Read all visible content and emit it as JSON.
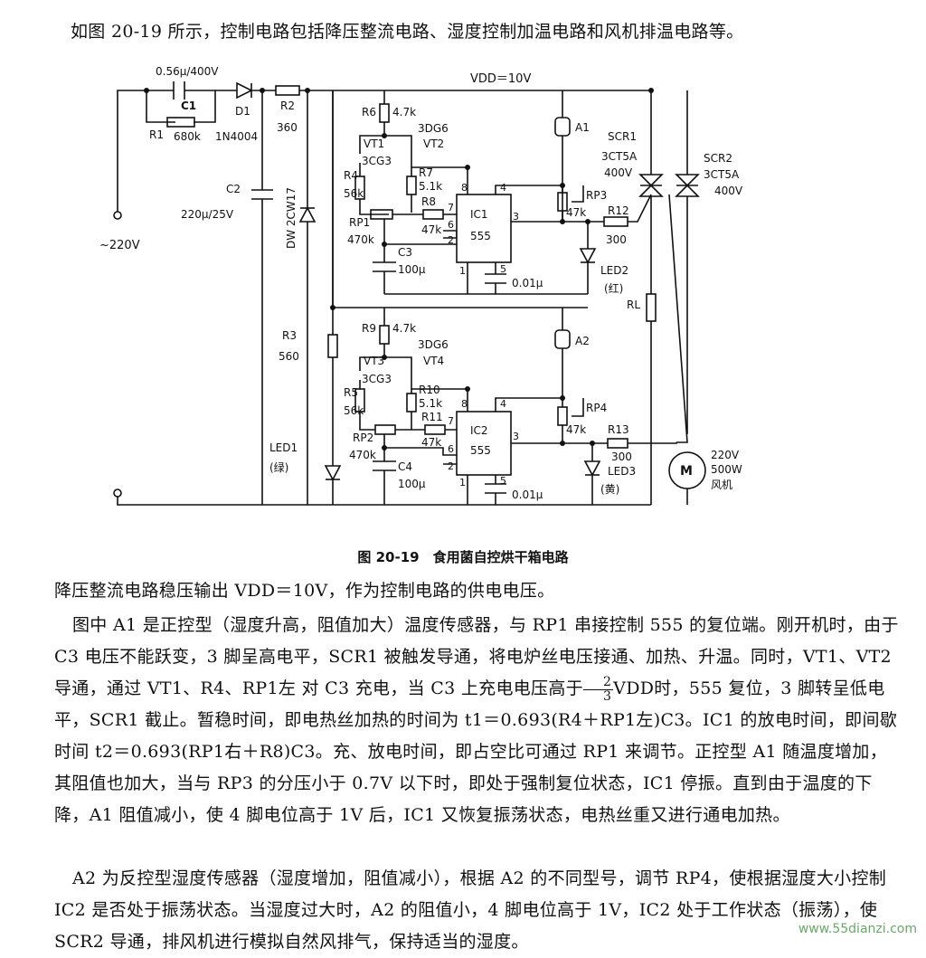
{
  "intro": "如图 20-19 所示，控制电路包括降压整流电路、湿度控制加温电路和风机排温电路等。",
  "caption": "图 20-19　食用菌自控烘干箱电路",
  "paragraph1": "降压整流电路稳压输出 VDD＝10V，作为控制电路的供电电压。",
  "paragraph2a": "图中 A1 是正控型（湿度升高，阻值加大）温度传感器，与 RP1 串接控制 555 的复位端。刚开机时，由于 C3 电压不能跃变，3 脚呈高电平，SCR1 被触发导通，将电炉丝电压接通、加热、升温。同时，VT1、VT2 导通，通过 VT1、R4、RP1左 对 C3 充电，当 C3 上充电电压高于",
  "frac_num": "2",
  "frac_den": "3",
  "paragraph2b": "VDD时，555 复位，3 脚转呈低电平，SCR1 截止。暂稳时间，即电热丝加热的时间为 t1＝0.693(R4＋RP1左)C3。IC1 的放电时间，即间歇时间 t2＝0.693(RP1右＋R8)C3。充、放电时间，即占空比可通过 RP1 来调节。正控型 A1 随温度增加，其阻值也加大，当与 RP3 的分压小于 0.7V 以下时，即处于强制复位状态，IC1 停振。直到由于温度的下降，A1 阻值减小，使 4 脚电位高于 1V 后，IC1 又恢复振荡状态，电热丝重又进行通电加热。",
  "paragraph3": "A2 为反控型湿度传感器（湿度增加，阻值减小），根据 A2 的不同型号，调节 RP4，使根据湿度大小控制 IC2 是否处于振荡状态。当湿度过大时，A2 的阻值小，4 脚电位高于 1V，IC2 处于工作状态（振荡），使 SCR2 导通，排风机进行模拟自然风排气，保持适当的湿度。",
  "watermark": "www.55dianzi.com",
  "labels": {
    "c1_val": "0.56μ/400V",
    "c1": "C1",
    "d1": "D1",
    "r2": "R2",
    "r2_val": "360",
    "r1": "R1",
    "r1_val": "680k",
    "d1_val": "1N4004",
    "vdd": "VDD＝10V",
    "r6": "R6",
    "r6_val": "4.7k",
    "vt2_type": "3DG6",
    "vt1": "VT1",
    "vt2": "VT2",
    "vt1_type": "3CG3",
    "r7": "R7",
    "r7_val": "5.1k",
    "r4": "R4",
    "r4_val": "56k",
    "r8": "R8",
    "rp1": "RP1",
    "rp1_val": "470k",
    "r8_val": "47k",
    "ic1": "IC1",
    "ic_type": "555",
    "c3": "C3",
    "c3_val": "100μ",
    "cap1_val": "0.01μ",
    "c2": "C2",
    "c2_val": "220μ/25V",
    "dw": "DW 2CW17",
    "ac": "~220V",
    "a1": "A1",
    "scr1": "SCR1",
    "scr1_type": "3CT5A",
    "scr1_v": "400V",
    "scr2": "SCR2",
    "scr2_type": "3CT5A",
    "scr2_v": "400V",
    "rp3": "RP3",
    "rp3_val": "47k",
    "r12": "R12",
    "r12_val": "300",
    "led2": "LED2",
    "led2_c": "(红)",
    "rl": "RL",
    "r3": "R3",
    "r3_val": "560",
    "r9": "R9",
    "r9_val": "4.7k",
    "vt4_type": "3DG6",
    "vt3": "VT3",
    "vt4": "VT4",
    "vt3_type": "3CG3",
    "r10": "R10",
    "r10_val": "5.1k",
    "r5": "R5",
    "r5_val": "56k",
    "r11": "R11",
    "rp2": "RP2",
    "rp2_val": "470k",
    "r11_val": "47k",
    "ic2": "IC2",
    "c4": "C4",
    "c4_val": "100μ",
    "cap2_val": "0.01μ",
    "a2": "A2",
    "rp4": "RP4",
    "rp4_val": "47k",
    "r13": "R13",
    "r13_val": "300",
    "led3": "LED3",
    "led3_c": "(黄)",
    "led1": "LED1",
    "led1_c": "(绿)",
    "motor": "M",
    "motor_v": "220V",
    "motor_p": "500W",
    "motor_n": "风机",
    "pin8a": "8",
    "pin4a": "4",
    "pin7a": "7",
    "pin6a": "6",
    "pin2a": "2",
    "pin3a": "3",
    "pin1a": "1",
    "pin5a": "5",
    "pin8b": "8",
    "pin4b": "4",
    "pin7b": "7",
    "pin6b": "6",
    "pin2b": "2",
    "pin3b": "3",
    "pin1b": "1",
    "pin5b": "5"
  }
}
